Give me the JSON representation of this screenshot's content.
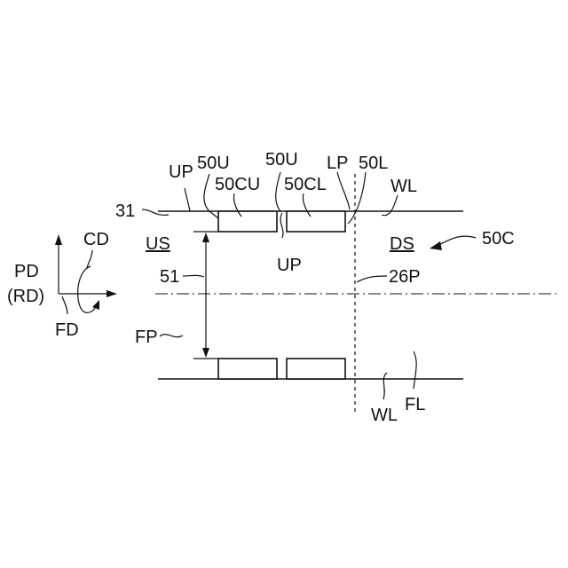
{
  "labels": {
    "up_left": "UP",
    "l50u_left": "50U",
    "l50cu": "50CU",
    "l50u_mid": "50U",
    "l50cl": "50CL",
    "lp": "LP",
    "l50l": "50L",
    "wl_top": "WL",
    "l31": "31",
    "us": "US",
    "up_mid": "UP",
    "ds": "DS",
    "l50c": "50C",
    "l51": "51",
    "l26p": "26P",
    "fp": "FP",
    "wl_bottom": "WL",
    "fl": "FL",
    "pd": "PD",
    "rd": "(RD)",
    "cd": "CD",
    "fd": "FD"
  }
}
